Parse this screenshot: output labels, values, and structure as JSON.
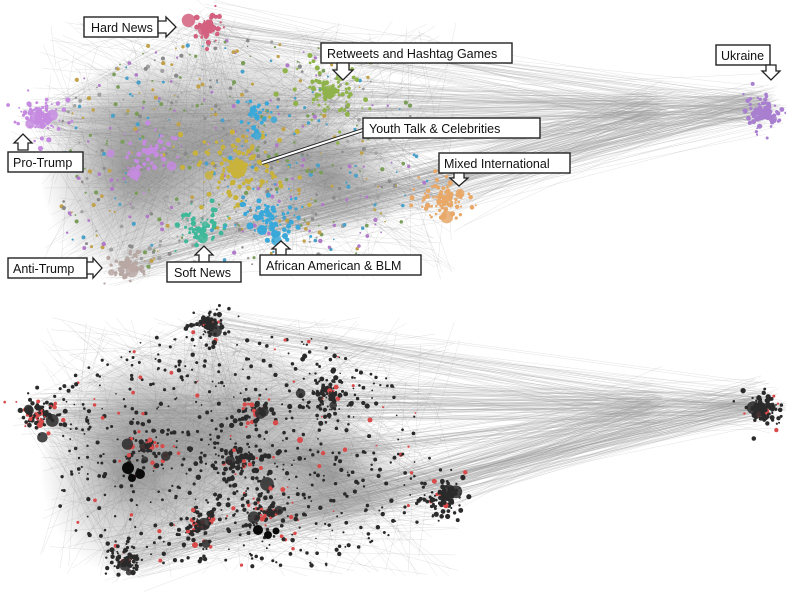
{
  "top_panel": {
    "clusters": [
      {
        "id": "hard-news",
        "label": "Hard News",
        "color": "#d4607f"
      },
      {
        "id": "retweets-hashtag-games",
        "label": "Retweets and Hashtag Games",
        "color": "#8fb34a"
      },
      {
        "id": "ukraine",
        "label": "Ukraine",
        "color": "#a97fd0"
      },
      {
        "id": "youth-talk-celebrities",
        "label": "Youth Talk & Celebrities",
        "color": "#c9b23a"
      },
      {
        "id": "pro-trump",
        "label": "Pro-Trump",
        "color": "#c58be0"
      },
      {
        "id": "mixed-international",
        "label": "Mixed International",
        "color": "#e8a868"
      },
      {
        "id": "anti-trump",
        "label": "Anti-Trump",
        "color": "#b8a8a4"
      },
      {
        "id": "soft-news",
        "label": "Soft News",
        "color": "#3fb89a"
      },
      {
        "id": "african-american-blm",
        "label": "African American & BLM",
        "color": "#3aa8d8"
      }
    ]
  },
  "bottom_panel": {
    "node_color": "#2a2a2a",
    "highlight_color": "#d94a4a",
    "edge_color": "#9a9a9a"
  }
}
